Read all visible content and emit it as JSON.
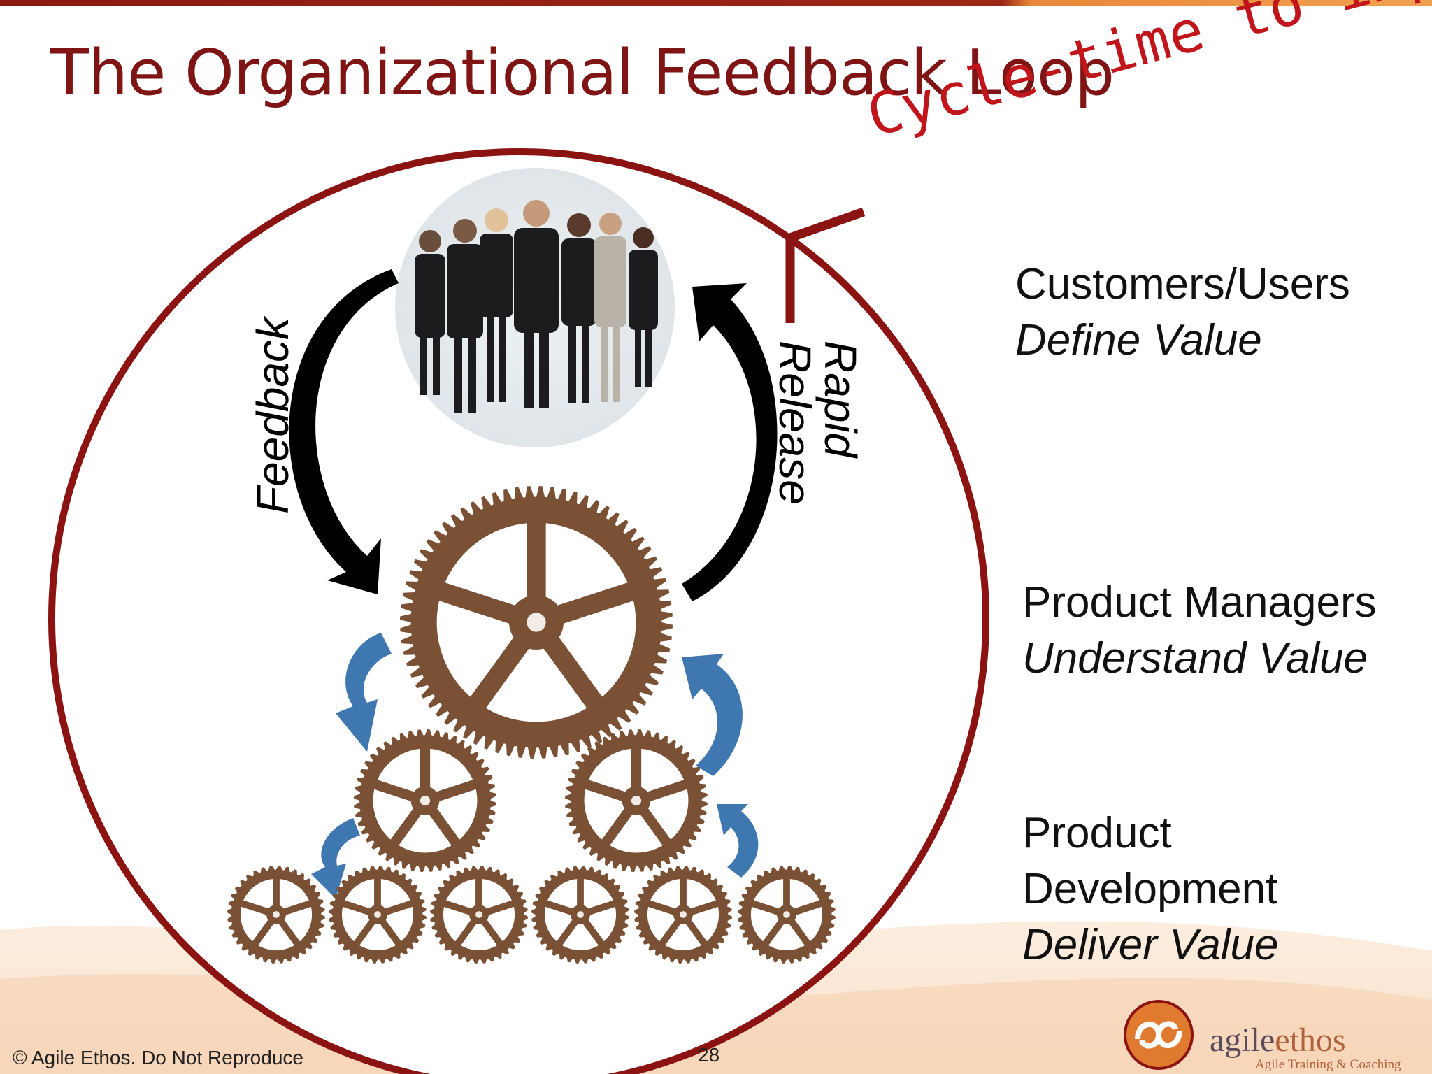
{
  "title": "The Organizational Feedback Loop",
  "callout": "Cycle-time to impac",
  "loop_labels": {
    "feedback": "Feedback",
    "rapid": "Rapid",
    "release": "Release"
  },
  "roles": [
    {
      "title": "Customers/Users",
      "subtitle": "Define Value"
    },
    {
      "title": "Product Managers",
      "subtitle": "Understand Value"
    },
    {
      "title_lines": [
        "Product",
        "Development"
      ],
      "subtitle": "Deliver Value"
    }
  ],
  "footer": {
    "copyright": "© Agile Ethos. Do Not Reproduce",
    "page_number": "28"
  },
  "logo": {
    "word1": "agile",
    "word2": "ethos",
    "tagline": "Agile Training & Coaching"
  },
  "colors": {
    "title": "#7e1414",
    "circle": "#8b1412",
    "callout": "#c0151a",
    "gear": "#7a5135",
    "blue_arrow": "#3f77b0",
    "top_bar_left": "#8b1a12",
    "top_bar_right": "#e9883a"
  }
}
